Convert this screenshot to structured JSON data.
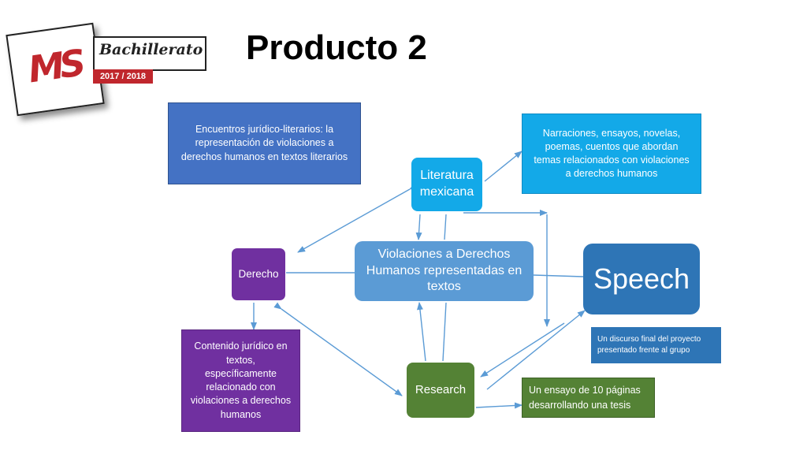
{
  "header": {
    "title": "Producto 2",
    "logo": {
      "mark": "MS",
      "word": "Bachillerato",
      "years": "2017 / 2018"
    }
  },
  "diagram": {
    "intro_box": "Encuentros jurídico-literarios: la representación de violaciones a derechos humanos en textos literarios",
    "center": "Violaciones a Derechos Humanos representadas en textos",
    "literatura": "Literatura mexicana",
    "literatura_desc": "Narraciones, ensayos, novelas, poemas, cuentos que abordan temas relacionados con violaciones a derechos humanos",
    "derecho": "Derecho",
    "derecho_desc": "Contenido jurídico en textos, específicamente relacionado con violaciones a derechos humanos",
    "research": "Research",
    "research_desc": "Un ensayo de 10 páginas desarrollando una tesis",
    "speech": "Speech",
    "speech_desc": "Un discurso final del proyecto presentado frente al grupo"
  },
  "colors": {
    "intro_blue": "#4472c4",
    "center_blue": "#5b9bd5",
    "literatura_cyan": "#13a9e8",
    "purple": "#7030a0",
    "green": "#548235",
    "speech_blue": "#2e75b6",
    "arrow": "#5b9bd5"
  }
}
